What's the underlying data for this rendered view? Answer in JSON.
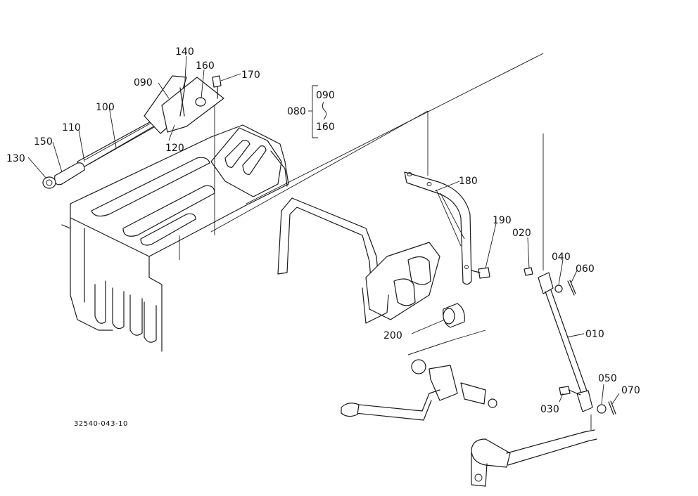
{
  "drawing_code": "32540-043-10",
  "callouts": [
    {
      "id": "c130",
      "text": "130"
    },
    {
      "id": "c150",
      "text": "150"
    },
    {
      "id": "c110",
      "text": "110"
    },
    {
      "id": "c100",
      "text": "100"
    },
    {
      "id": "c090",
      "text": "090"
    },
    {
      "id": "c140",
      "text": "140"
    },
    {
      "id": "c160",
      "text": "160"
    },
    {
      "id": "c170",
      "text": "170"
    },
    {
      "id": "c120",
      "text": "120"
    },
    {
      "id": "c180",
      "text": "180"
    },
    {
      "id": "c190",
      "text": "190"
    },
    {
      "id": "c020",
      "text": "020"
    },
    {
      "id": "c040",
      "text": "040"
    },
    {
      "id": "c060",
      "text": "060"
    },
    {
      "id": "c010",
      "text": "010"
    },
    {
      "id": "c200",
      "text": "200"
    },
    {
      "id": "c050",
      "text": "050"
    },
    {
      "id": "c070",
      "text": "070"
    },
    {
      "id": "c030",
      "text": "030"
    }
  ],
  "assembly": {
    "label": "080",
    "members": [
      "090",
      "160"
    ]
  }
}
